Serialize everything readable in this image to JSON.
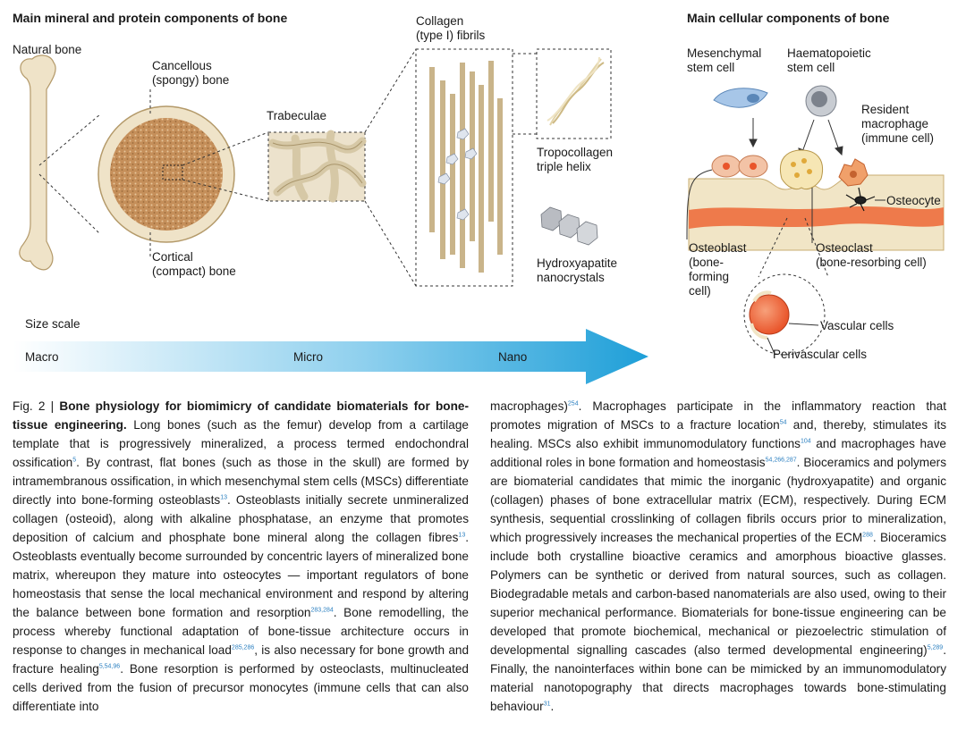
{
  "headings": {
    "left": "Main mineral and protein components of bone",
    "right": "Main cellular components of bone"
  },
  "labels": {
    "natural_bone": "Natural bone",
    "cancellous": "Cancellous\n(spongy) bone",
    "cortical": "Cortical\n(compact) bone",
    "trabeculae": "Trabeculae",
    "collagen": "Collagen\n(type I) fibrils",
    "tropocollagen": "Tropocollagen\ntriple helix",
    "hydroxyapatite": "Hydroxyapatite\nnanocrystals",
    "msc": "Mesenchymal\nstem cell",
    "haemato": "Haematopoietic\nstem cell",
    "macrophage": "Resident\nmacrophage\n(immune cell)",
    "osteocyte": "Osteocyte",
    "osteoblast": "Osteoblast\n(bone-\nforming\ncell)",
    "osteoclast": "Osteoclast\n(bone-resorbing cell)",
    "vascular": "Vascular cells",
    "perivascular": "Perivascular cells"
  },
  "scale": {
    "title": "Size scale",
    "macro": "Macro",
    "micro": "Micro",
    "nano": "Nano"
  },
  "colors": {
    "bone": "#efe3c8",
    "bone_stroke": "#b49a6a",
    "cancellous": "#c58f5a",
    "fibril": "#c9b48a",
    "arrow_start": "#ffffff",
    "arrow_end": "#1e9fd8",
    "osteoclast": "#f6e6b4",
    "vessel": "#e9552b",
    "reference_blue": "#2a7fc0"
  },
  "caption": {
    "fig": "Fig. 2 | ",
    "title": "Bone physiology for biomimicry of candidate biomaterials for bone-tissue engineering.",
    "left_segments": [
      {
        "t": " Long bones (such as the femur) develop from a cartilage template that is progressively mineralized, a process termed endochondral ossification"
      },
      {
        "s": "5"
      },
      {
        "t": ". By contrast, flat bones (such as those in the skull) are formed by intramembranous ossification, in which mesenchymal stem cells (MSCs) differentiate directly into bone-forming osteoblasts"
      },
      {
        "s": "13"
      },
      {
        "t": ". Osteoblasts initially secrete unmineralized collagen (osteoid), along with alkaline phosphatase, an enzyme that promotes deposition of calcium and phosphate bone mineral along the collagen fibres"
      },
      {
        "s": "13"
      },
      {
        "t": ". Osteoblasts eventually become surrounded by concentric layers of mineralized bone matrix, whereupon they mature into osteocytes — important regulators of bone homeostasis that sense the local mechanical environment and respond by altering the balance between bone formation and resorption"
      },
      {
        "s": "283,284"
      },
      {
        "t": ". Bone remodelling, the process whereby functional adaptation of bone-tissue architecture occurs in response to changes in mechanical load"
      },
      {
        "s": "285,286"
      },
      {
        "t": ", is also necessary for bone growth and fracture healing"
      },
      {
        "s": "5,54,96"
      },
      {
        "t": ". Bone resorption is performed by osteoclasts, multinucleated cells derived from the fusion of precursor monocytes (immune cells that can also differentiate into"
      }
    ],
    "right_segments": [
      {
        "t": "macrophages)"
      },
      {
        "s": "254"
      },
      {
        "t": ". Macrophages participate in the inflammatory reaction that promotes migration of MSCs to a fracture location"
      },
      {
        "s": "54"
      },
      {
        "t": " and, thereby, stimulates its healing. MSCs also exhibit immunomodulatory functions"
      },
      {
        "s": "104"
      },
      {
        "t": " and macrophages have additional roles in bone formation and homeostasis"
      },
      {
        "s": "54,266,287"
      },
      {
        "t": ". Bioceramics and polymers are biomaterial candidates that mimic the inorganic (hydroxyapatite) and organic (collagen) phases of bone extracellular matrix (ECM), respectively. During ECM synthesis, sequential crosslinking of collagen fibrils occurs prior to mineralization, which progressively increases the mechanical properties of the ECM"
      },
      {
        "s": "288"
      },
      {
        "t": ". Bioceramics include both crystalline bioactive ceramics and amorphous bioactive glasses. Polymers can be synthetic or derived from natural sources, such as collagen. Biodegradable metals and carbon-based nanomaterials are also used, owing to their superior mechanical performance. Biomaterials for bone-tissue engineering can be developed that promote biochemical, mechanical or piezoelectric stimulation of developmental signalling cascades (also termed developmental engineering)"
      },
      {
        "s": "5,289"
      },
      {
        "t": ". Finally, the nanointerfaces within bone can be mimicked by an immunomodulatory material nanotopography that directs macrophages towards bone-stimulating behaviour"
      },
      {
        "s": "31"
      },
      {
        "t": "."
      }
    ]
  }
}
